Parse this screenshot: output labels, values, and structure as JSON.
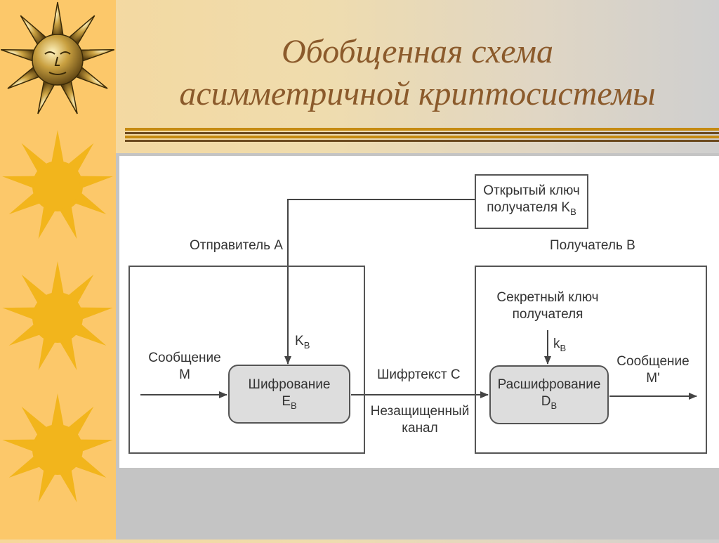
{
  "slide": {
    "title_line1": "Обобщенная схема",
    "title_line2": "асимметричной криптосистемы"
  },
  "colors": {
    "accent_orange": "#fcc86a",
    "title_brown": "#8b5a2b",
    "rule_gold": "#c58a10",
    "rule_brown": "#6b4a1f"
  },
  "decor": {
    "sun_count": 4,
    "icons": [
      "sun-face-icon",
      "sun-icon"
    ]
  },
  "diagram": {
    "public_key_line1": "Открытый ключ",
    "public_key_line2": "получателя K",
    "public_key_sub": "B",
    "sender_label": "Отправитель А",
    "receiver_label": "Получатель В",
    "key_in": "K",
    "key_in_sub": "B",
    "message_in_line1": "Сообщение",
    "message_in_line2": "M",
    "encrypt_line1": "Шифрование",
    "encrypt_line2": "E",
    "encrypt_sub": "B",
    "ciphertext_label": "Шифртекст С",
    "channel_line1": "Незащищенный",
    "channel_line2": "канал",
    "secret_key_line1": "Секретный ключ",
    "secret_key_line2": "получателя",
    "key_out": "k",
    "key_out_sub": "B",
    "decrypt_line1": "Расшифрование",
    "decrypt_line2": "D",
    "decrypt_sub": "B",
    "message_out_line1": "Сообщение",
    "message_out_line2": "M'"
  }
}
